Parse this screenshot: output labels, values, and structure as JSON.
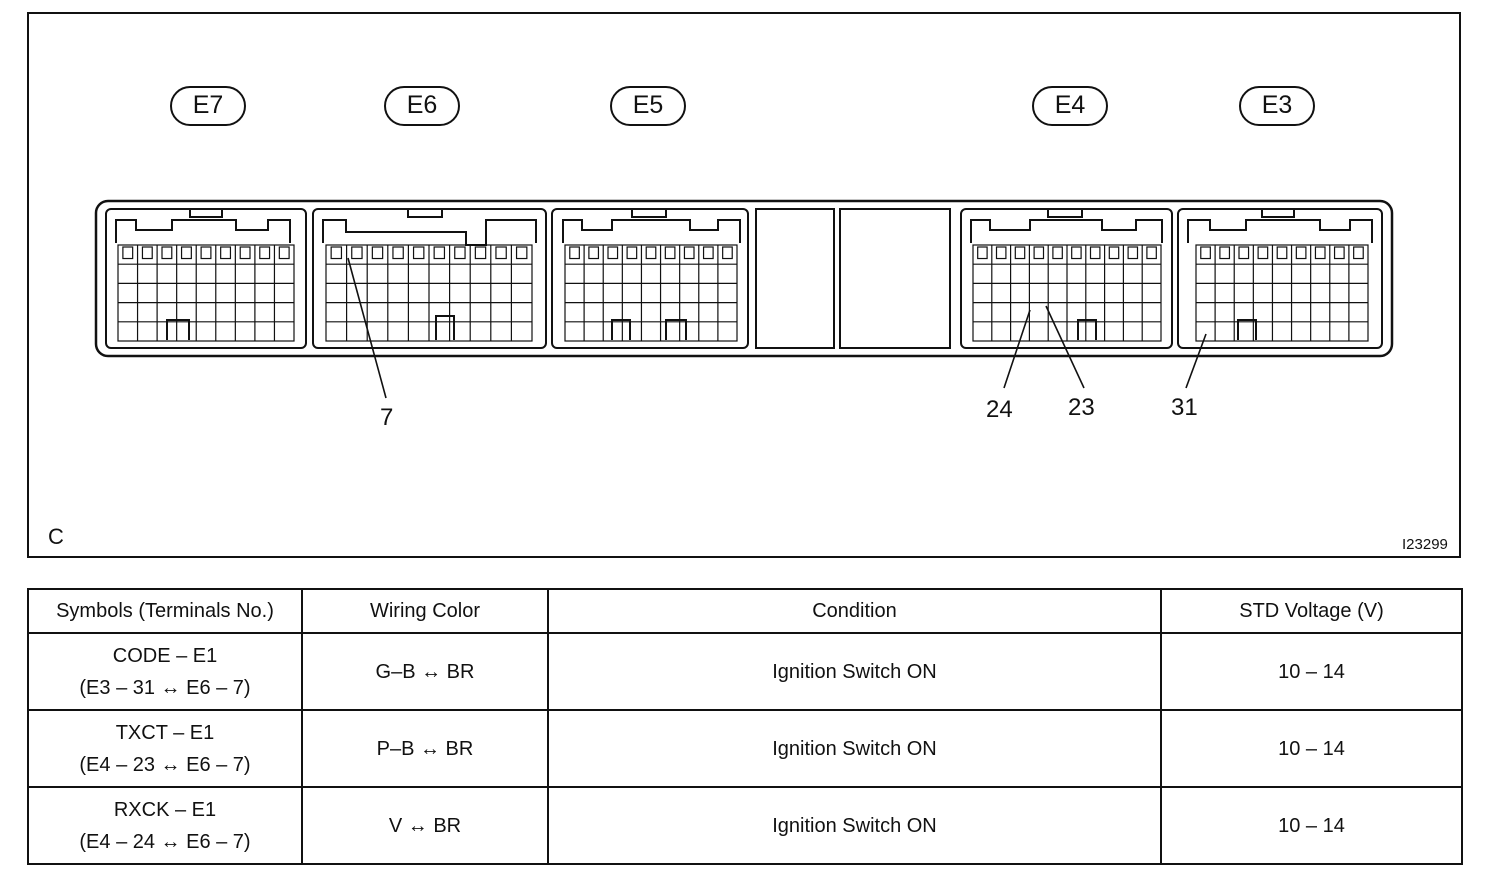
{
  "diagram": {
    "connectors": [
      {
        "id": "E7",
        "label": "E7"
      },
      {
        "id": "E6",
        "label": "E6"
      },
      {
        "id": "E5",
        "label": "E5"
      },
      {
        "id": "E4",
        "label": "E4"
      },
      {
        "id": "E3",
        "label": "E3"
      }
    ],
    "terminal_callouts": [
      "7",
      "24",
      "23",
      "31"
    ],
    "corner_letter": "C",
    "figure_id": "I23299"
  },
  "table": {
    "headers": [
      "Symbols (Terminals No.)",
      "Wiring Color",
      "Condition",
      "STD Voltage (V)"
    ],
    "rows": [
      {
        "symbol": "CODE – E1",
        "terminals": "(E3 – 31 ↔ E6 – 7)",
        "wiring": "G–B ↔ BR",
        "condition": "Ignition Switch ON",
        "voltage": "10 – 14"
      },
      {
        "symbol": "TXCT – E1",
        "terminals": "(E4 – 23 ↔ E6 – 7)",
        "wiring": "P–B ↔ BR",
        "condition": "Ignition Switch ON",
        "voltage": "10 – 14"
      },
      {
        "symbol": "RXCK – E1",
        "terminals": "(E4 – 24 ↔ E6 – 7)",
        "wiring": "V ↔ BR",
        "condition": "Ignition Switch ON",
        "voltage": "10 – 14"
      }
    ]
  }
}
